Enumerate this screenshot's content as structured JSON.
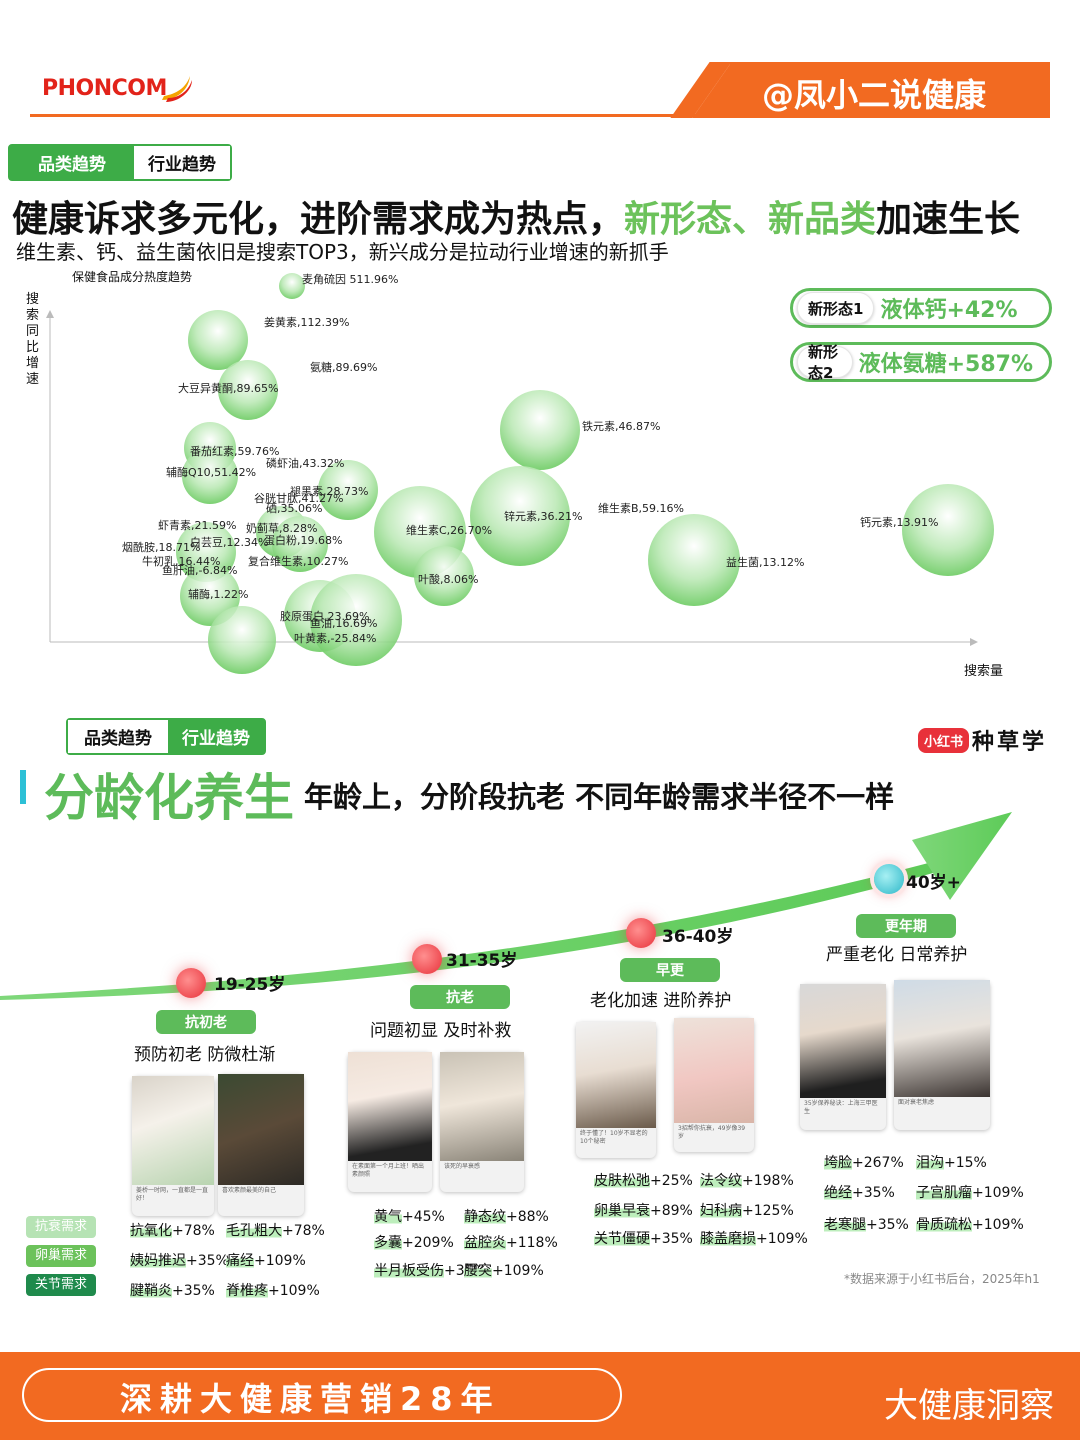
{
  "header": {
    "logo": "PHONCOM",
    "handle": "@凤小二说健康"
  },
  "section1": {
    "tabs": [
      "品类趋势",
      "行业趋势"
    ],
    "headline_part1": "健康诉求多元化，进阶需求成为热点，",
    "headline_green": "新形态、新品类",
    "headline_part2": "加速生长",
    "subline": "维生素、钙、益生菌依旧是搜索TOP3，新兴成分是拉动行业增速的新抓手",
    "chart_title": "保健食品成分热度趋势",
    "y_label": "搜索同比增速",
    "x_label": "搜索量",
    "bubbles": [
      {
        "label": "麦角硫因 511.96%"
      },
      {
        "label": "姜黄素,112.39%"
      },
      {
        "label": "氨糖,89.69%"
      },
      {
        "label": "大豆异黄酮,89.65%"
      },
      {
        "label": "铁元素,46.87%"
      },
      {
        "label": "番茄红素,59.76%"
      },
      {
        "label": "磷虾油,43.32%"
      },
      {
        "label": "辅酶Q10,51.42%"
      },
      {
        "label": "褪黑素,28.73%"
      },
      {
        "label": "谷胱甘肽,41.27%"
      },
      {
        "label": "硒,35.06%"
      },
      {
        "label": "锌元素,36.21%"
      },
      {
        "label": "维生素B,59.16%"
      },
      {
        "label": "钙元素,13.91%"
      },
      {
        "label": "虾青素,21.59%"
      },
      {
        "label": "奶蓟草,8.28%"
      },
      {
        "label": "维生素C,26.70%"
      },
      {
        "label": "蛋白粉,19.68%"
      },
      {
        "label": "烟酰胺,18.71%"
      },
      {
        "label": "白芸豆,12.34%"
      },
      {
        "label": "牛初乳,16.44%"
      },
      {
        "label": "复合维生素,10.27%"
      },
      {
        "label": "益生菌,13.12%"
      },
      {
        "label": "鱼肝油,-6.84%"
      },
      {
        "label": "叶酸,8.06%"
      },
      {
        "label": "辅酶,1.22%"
      },
      {
        "label": "胶原蛋白,23.69%"
      },
      {
        "label": "鱼油,16.69%"
      },
      {
        "label": "叶黄素,-25.84%"
      }
    ],
    "new_forms": [
      {
        "tag": "新形态1",
        "value": "液体钙+42%"
      },
      {
        "tag": "新形态2",
        "value": "液体氨糖+587%"
      }
    ]
  },
  "section2": {
    "tabs": [
      "品类趋势",
      "行业趋势"
    ],
    "brand_tag": "小红书",
    "brand_text": "种草学",
    "title": "分龄化养生",
    "subtitle": "年龄上，分阶段抗老 不同年龄需求半径不一样",
    "stages": [
      {
        "age": "19-25岁",
        "badge": "抗初老",
        "desc": "预防初老 防微杜渐",
        "photo_caps": [
          "姜桥一时网，一直都是一直好！",
          "喜欢素颜最美的自己"
        ],
        "stats": [
          [
            "抗氧化+78%",
            "毛孔粗大+78%"
          ],
          [
            "姨妈推迟+35%",
            "痛经+109%"
          ],
          [
            "腱鞘炎+35%",
            "脊椎疼+109%"
          ]
        ]
      },
      {
        "age": "31-35岁",
        "badge": "抗老",
        "desc": "问题初显 及时补救",
        "photo_caps": [
          "在素面第一个月上班！晒出素颜照",
          "该死的早衰感"
        ],
        "stats": [
          [
            "黄气+45%",
            "静态纹+88%"
          ],
          [
            "多囊+209%",
            "盆腔炎+118%"
          ],
          [
            "半月板受伤+35%",
            "腰突+109%"
          ]
        ]
      },
      {
        "age": "36-40岁",
        "badge": "早更",
        "desc": "老化加速 进阶养护",
        "photo_caps": [
          "终于懂了！10岁不显老的10个秘密",
          "3招帮你抗衰，49岁像39岁"
        ],
        "stats": [
          [
            "皮肤松弛+25%",
            "法令纹+198%"
          ],
          [
            "卵巢早衰+89%",
            "妇科病+125%"
          ],
          [
            "关节僵硬+35%",
            "膝盖磨损+109%"
          ]
        ]
      },
      {
        "age": "40岁+",
        "badge": "更年期",
        "desc": "严重老化 日常养护",
        "photo_caps": [
          "35岁保养秘诀：上海三甲医生",
          "面对衰老焦虑"
        ],
        "stats": [
          [
            "垮脸+267%",
            "泪沟+15%"
          ],
          [
            "绝经+35%",
            "子宫肌瘤+109%"
          ],
          [
            "老寒腿+35%",
            "骨质疏松+109%"
          ]
        ]
      }
    ],
    "needs": [
      "抗衰需求",
      "卵巢需求",
      "关节需求"
    ],
    "note": "*数据来源于小红书后台，2025年h1"
  },
  "footer": {
    "slogan": "深耕大健康营销28年",
    "right": "大健康洞察"
  },
  "colors": {
    "orange": "#f26a21",
    "green": "#5dbb5a",
    "red": "#e8313a"
  }
}
